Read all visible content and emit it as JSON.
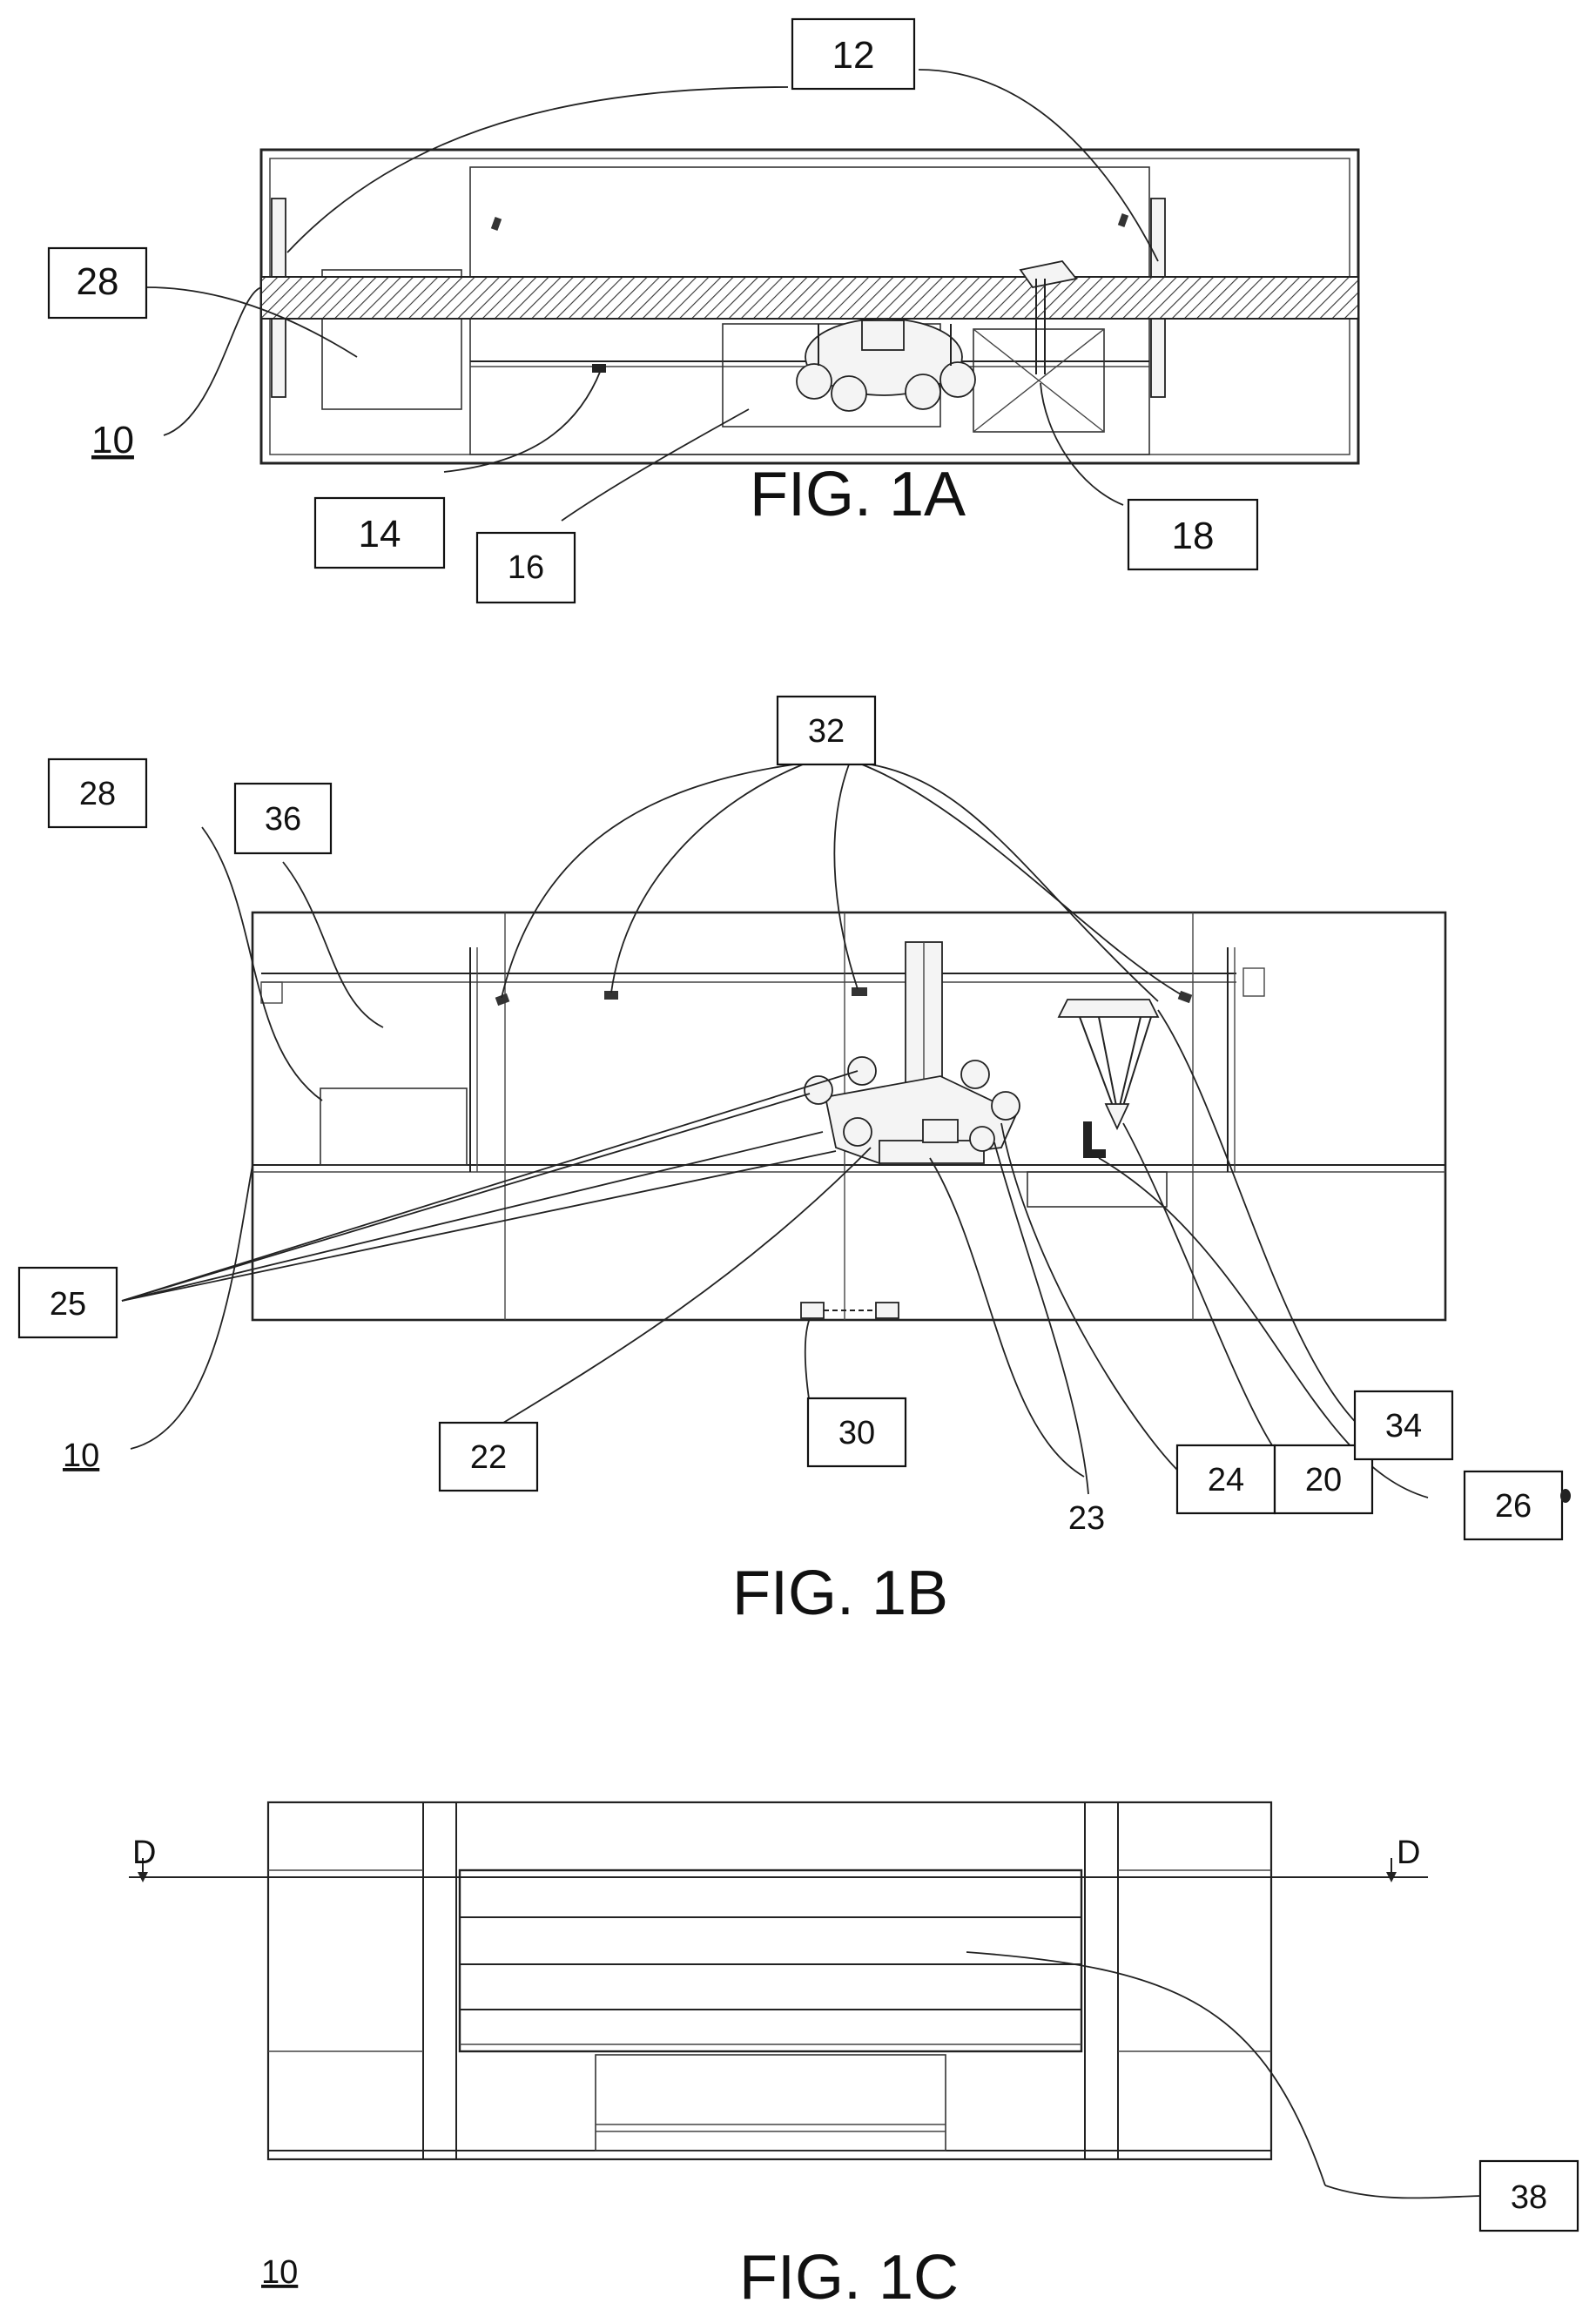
{
  "figures": {
    "fig_1a": {
      "caption": "FIG. 1A",
      "assembly_label": "10",
      "callouts": [
        "12",
        "28",
        "14",
        "16",
        "18"
      ]
    },
    "fig_1b": {
      "caption": "FIG. 1B",
      "assembly_label": "10",
      "callouts": [
        "32",
        "28",
        "36",
        "25",
        "22",
        "30",
        "24",
        "20",
        "34",
        "26"
      ],
      "plain_label": "23"
    },
    "fig_1c": {
      "caption": "FIG. 1C",
      "assembly_label": "10",
      "callouts": [
        "38"
      ],
      "section_marks": [
        "D",
        "D"
      ]
    }
  }
}
